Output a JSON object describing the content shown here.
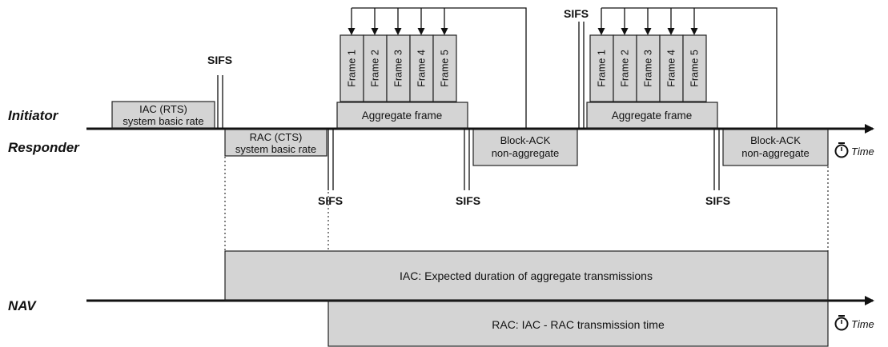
{
  "labels": {
    "initiator": "Initiator",
    "responder": "Responder",
    "nav": "NAV",
    "time": "Time",
    "sifs": "SIFS"
  },
  "boxes": {
    "iac_rts": [
      "IAC (RTS)",
      "system basic rate"
    ],
    "rac_cts": [
      "RAC (CTS)",
      "system basic rate"
    ],
    "aggregate": "Aggregate frame",
    "frames": [
      "Frame 1",
      "Frame 2",
      "Frame 3",
      "Frame 4",
      "Frame 5"
    ],
    "block_ack": [
      "Block-ACK",
      "non-aggregate"
    ],
    "nav_iac": "IAC: Expected duration of aggregate transmissions",
    "nav_rac": "RAC: IAC - RAC transmission time"
  }
}
